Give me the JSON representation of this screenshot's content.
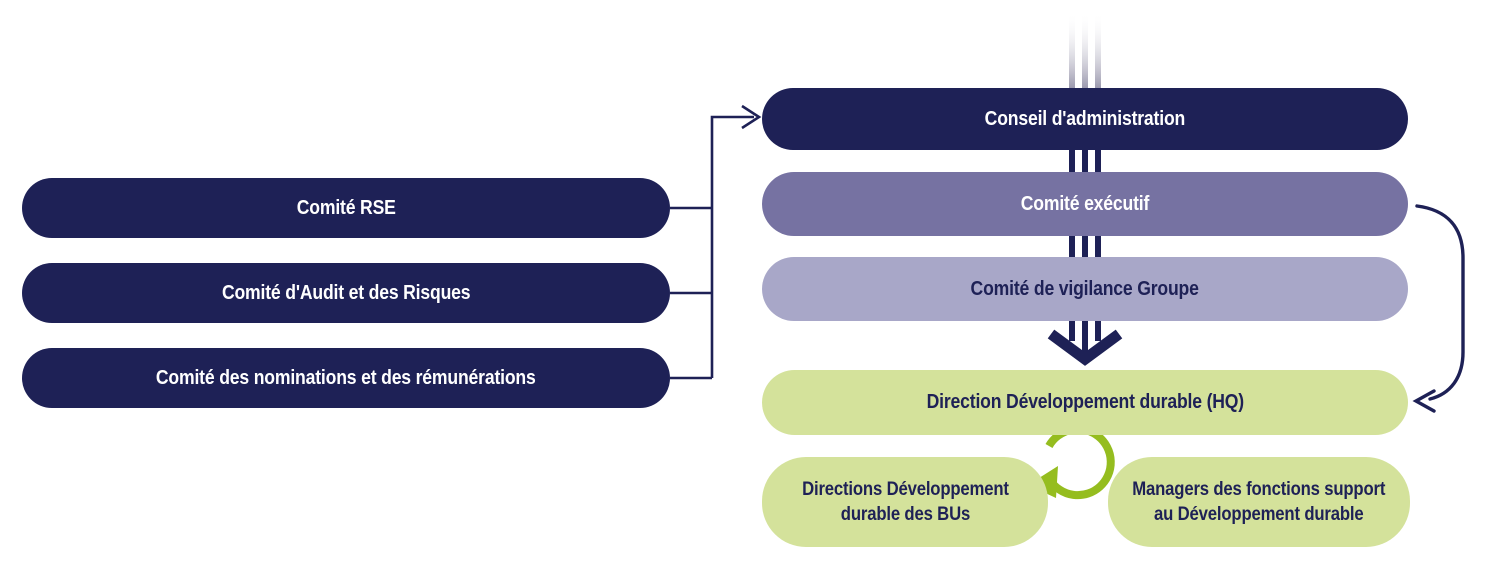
{
  "colors": {
    "navy": "#1e2156",
    "purple_mid": "#7672a2",
    "purple_light": "#a8a7c8",
    "green_light": "#d4e29b",
    "green_accent": "#95bd1f",
    "line_gray": "#9b99ae"
  },
  "left_committees": [
    {
      "label": "Comité RSE"
    },
    {
      "label": "Comité d'Audit et des Risques"
    },
    {
      "label": "Comité des nominations et des rémunérations"
    }
  ],
  "central_governance": [
    {
      "label": "Conseil d'administration"
    },
    {
      "label": "Comité exécutif"
    },
    {
      "label": "Comité de vigilance Groupe"
    },
    {
      "label": "Direction Développement durable (HQ)"
    }
  ],
  "operational_teams": [
    {
      "lines": [
        "Directions Développement",
        "durable des BUs"
      ]
    },
    {
      "lines": [
        "Managers des fonctions support",
        "au Développement durable"
      ]
    }
  ]
}
